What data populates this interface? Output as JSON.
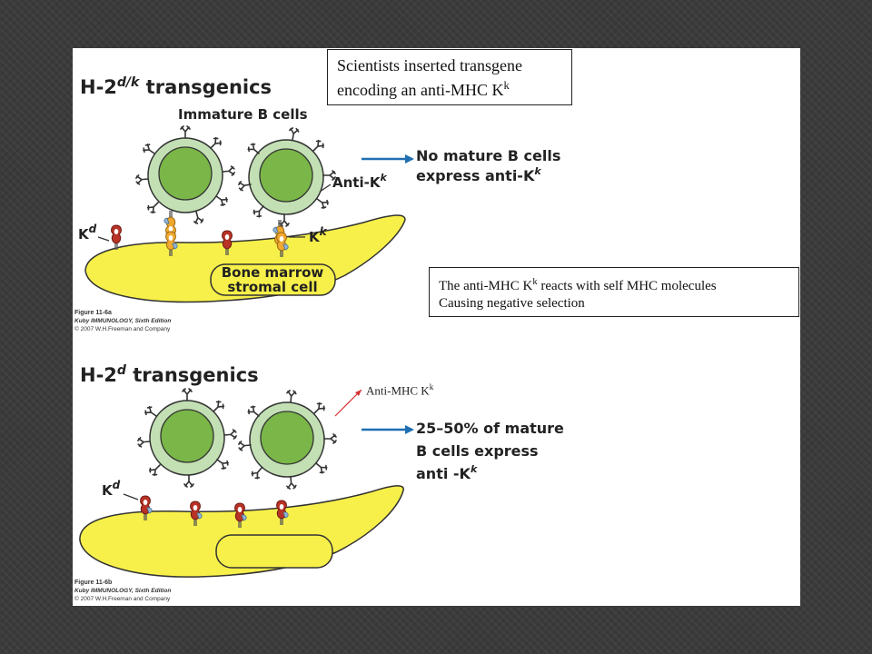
{
  "panel_a": {
    "heading_base": "H-2",
    "heading_sup": "d/k",
    "heading_rest": " transgenics",
    "label_immature": "Immature B cells",
    "label_anti_k_base": "Anti-K",
    "label_anti_k_sup": "k",
    "label_kd_base": "K",
    "label_kd_sup": "d",
    "label_kk_base": "K",
    "label_kk_sup": "k",
    "stromal_line1": "Bone marrow",
    "stromal_line2": "stromal cell",
    "result_line1": "No mature B cells",
    "result_line2_base": "express anti-K",
    "result_line2_sup": "k",
    "figure_caption": "Figure 11-6a",
    "credit_book": "Kuby IMMUNOLOGY, Sixth Edition",
    "credit_copyright": "© 2007 W.H.Freeman and Company"
  },
  "panel_b": {
    "heading_base": "H-2",
    "heading_sup": "d",
    "heading_rest": " transgenics",
    "label_kd_base": "K",
    "label_kd_sup": "d",
    "result_line1": "25–50% of mature",
    "result_line2": "B cells express",
    "result_line3_base": "anti -K",
    "result_line3_sup": "k",
    "figure_caption": "Figure 11-6b",
    "credit_book": "Kuby IMMUNOLOGY, Sixth Edition",
    "credit_copyright": "© 2007 W.H.Freeman and Company"
  },
  "callouts": {
    "box1_line1": "Scientists inserted transgene",
    "box1_line2_base": "encoding an anti-MHC K",
    "box1_line2_sup": "k",
    "box2_line1_base": "The anti-MHC K",
    "box2_line1_sup": "k",
    "box2_line1_rest": " reacts with self MHC molecules",
    "box2_line2": "Causing negative selection",
    "arrow_label_base": "Anti-MHC K",
    "arrow_label_sup": "k"
  },
  "colors": {
    "background": "#3b3b3b",
    "stromal_fill": "#f7f04a",
    "cell_fill": "#c3e0b4",
    "nucleus_fill": "#7ab648",
    "mhc_red": "#b83226",
    "receptor_orange": "#f0a830",
    "arrow_blue": "#1f6fb2",
    "pointer_red": "#d83030"
  }
}
